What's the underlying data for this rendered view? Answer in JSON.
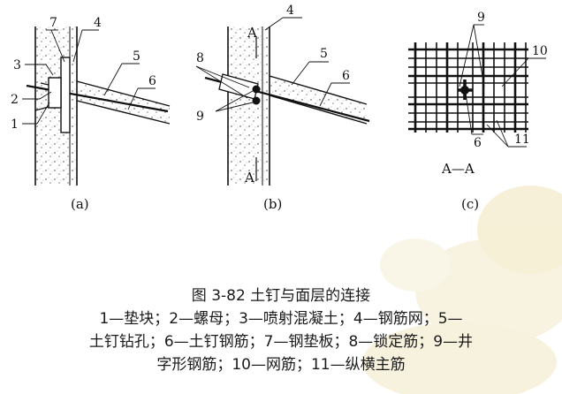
{
  "figure": {
    "panels": [
      {
        "id": "a",
        "label": "(a)"
      },
      {
        "id": "b",
        "label": "(b)"
      },
      {
        "id": "c",
        "label": "(c)"
      }
    ],
    "callouts": {
      "a": [
        "7",
        "4",
        "3",
        "5",
        "2",
        "6",
        "1"
      ],
      "b": [
        "4",
        "8",
        "5",
        "6",
        "9"
      ],
      "c": [
        "9",
        "10",
        "6",
        "11"
      ]
    },
    "section_marks": {
      "top_a": "A",
      "bottom_a": "A",
      "section": "A—A"
    }
  },
  "caption": {
    "title": "图 3-82 土钉与面层的连接",
    "line1": "1—垫块；2—螺母；3—喷射混凝土；4—钢筋网；5—",
    "line2": "土钉钻孔；6—土钉钢筋；7—钢垫板；8—锁定筋；9—井",
    "line3": "字形钢筋；10—网筋；11—纵横主筋"
  },
  "colors": {
    "ink": "#111111",
    "background": "#ffffff",
    "flower_tint": "#f3ebc8"
  }
}
